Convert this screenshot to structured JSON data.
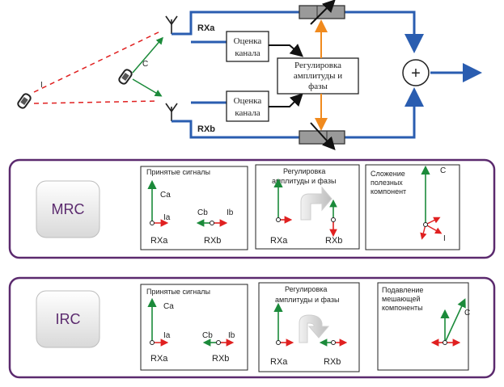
{
  "top": {
    "rxa_label": "RXa",
    "rxb_label": "RXb",
    "estimate_top": [
      "Оценка",
      "канала"
    ],
    "estimate_bottom": [
      "Оценка",
      "канала"
    ],
    "adjust_box": [
      "Регулировка",
      "амплитуды и",
      "фазы"
    ],
    "sum_symbol": "+",
    "c_label": "C",
    "i_label": "I"
  },
  "mrc": {
    "button_label": "MRC",
    "panel1": {
      "title": "Принятые сигналы",
      "ca": "Ca",
      "ia": "Ia",
      "cb": "Cb",
      "ib": "Ib",
      "rxa": "RXa",
      "rxb": "RXb"
    },
    "panel2": {
      "title_line1": "Регулировка",
      "title_line2": "амплитуды и фазы",
      "rxa": "RXa",
      "rxb": "RXb"
    },
    "panel3": {
      "title_lines": [
        "Сложение",
        "полезных",
        "компонент"
      ],
      "c": "C",
      "i": "I"
    }
  },
  "irc": {
    "button_label": "IRC",
    "panel1": {
      "title": "Принятые сигналы",
      "ca": "Ca",
      "ia": "Ia",
      "cb": "Cb",
      "ib": "Ib",
      "rxa": "RXa",
      "rxb": "RXb"
    },
    "panel2": {
      "title_line1": "Регулировка",
      "title_line2": "амплитуды и фазы",
      "rxa": "RXa",
      "rxb": "RXb"
    },
    "panel3": {
      "title_lines": [
        "Подавление",
        "мешающей",
        "компоненты"
      ],
      "c": "C"
    }
  },
  "colors": {
    "signal_line": "#2a5db0",
    "useful": "#1b8a3a",
    "interference": "#e02020",
    "adjust_arrow": "#f08a1e",
    "frame": "#5b2a6e",
    "mode_text": "#5b2a6e"
  }
}
